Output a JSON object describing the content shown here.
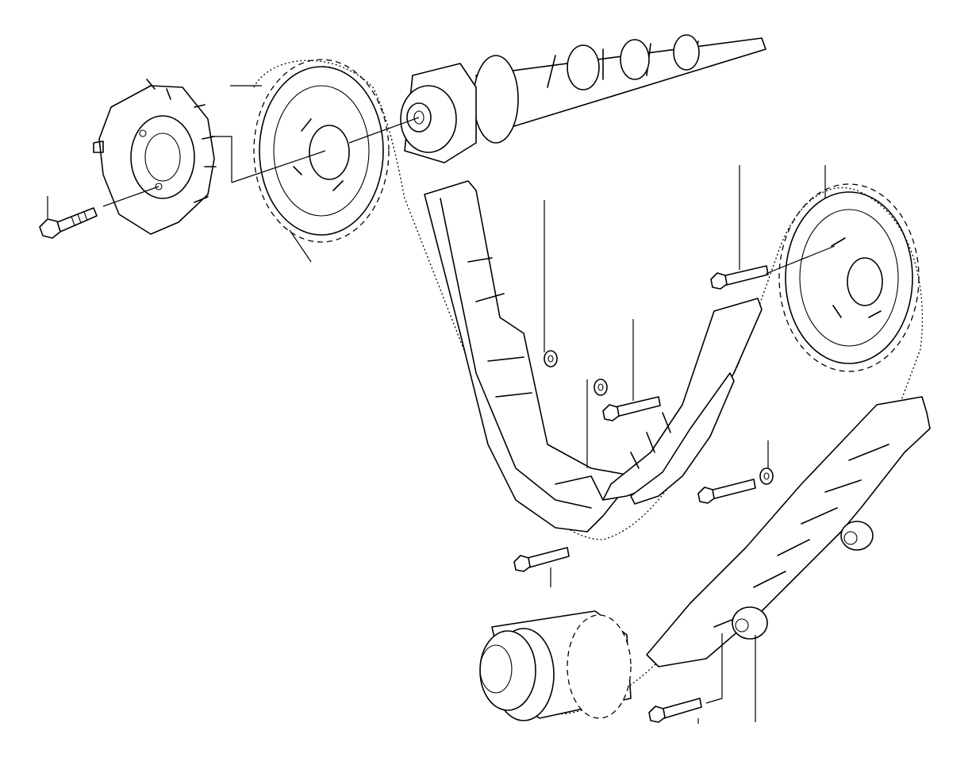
{
  "diagram": {
    "labels": [],
    "parts": [
      "camshaft",
      "camshaft-flange",
      "intake-sprocket",
      "exhaust-sprocket",
      "impulse-wheel",
      "crankshaft-sprocket",
      "chain-tensioner-rail",
      "chain-guide-rail",
      "upper-guide-rail",
      "timing-chain",
      "hex-bolt",
      "washer"
    ],
    "colors": {
      "line": "#000000",
      "background": "#ffffff"
    }
  }
}
